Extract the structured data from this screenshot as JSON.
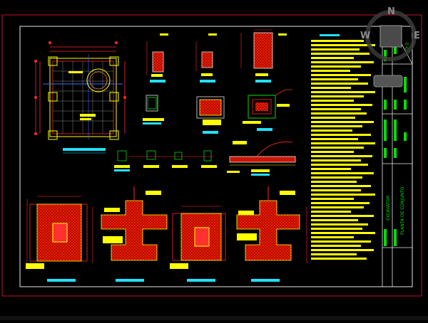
{
  "viewcube": {
    "north": "N",
    "west": "W",
    "east": "E"
  },
  "title_block": {
    "sheet_code": "E-02",
    "project": "EXCAVATOR",
    "sheet_title": "PLANTA DE CONJUNTO"
  },
  "colors": {
    "frame_red": "#c8102e",
    "sheet_border": "#e8e8e8",
    "rebar": "#ff2a2a",
    "concrete_fill": "#d40000",
    "text_yellow": "#ffff00",
    "dim_cyan": "#22e0ff",
    "green": "#00e000"
  }
}
